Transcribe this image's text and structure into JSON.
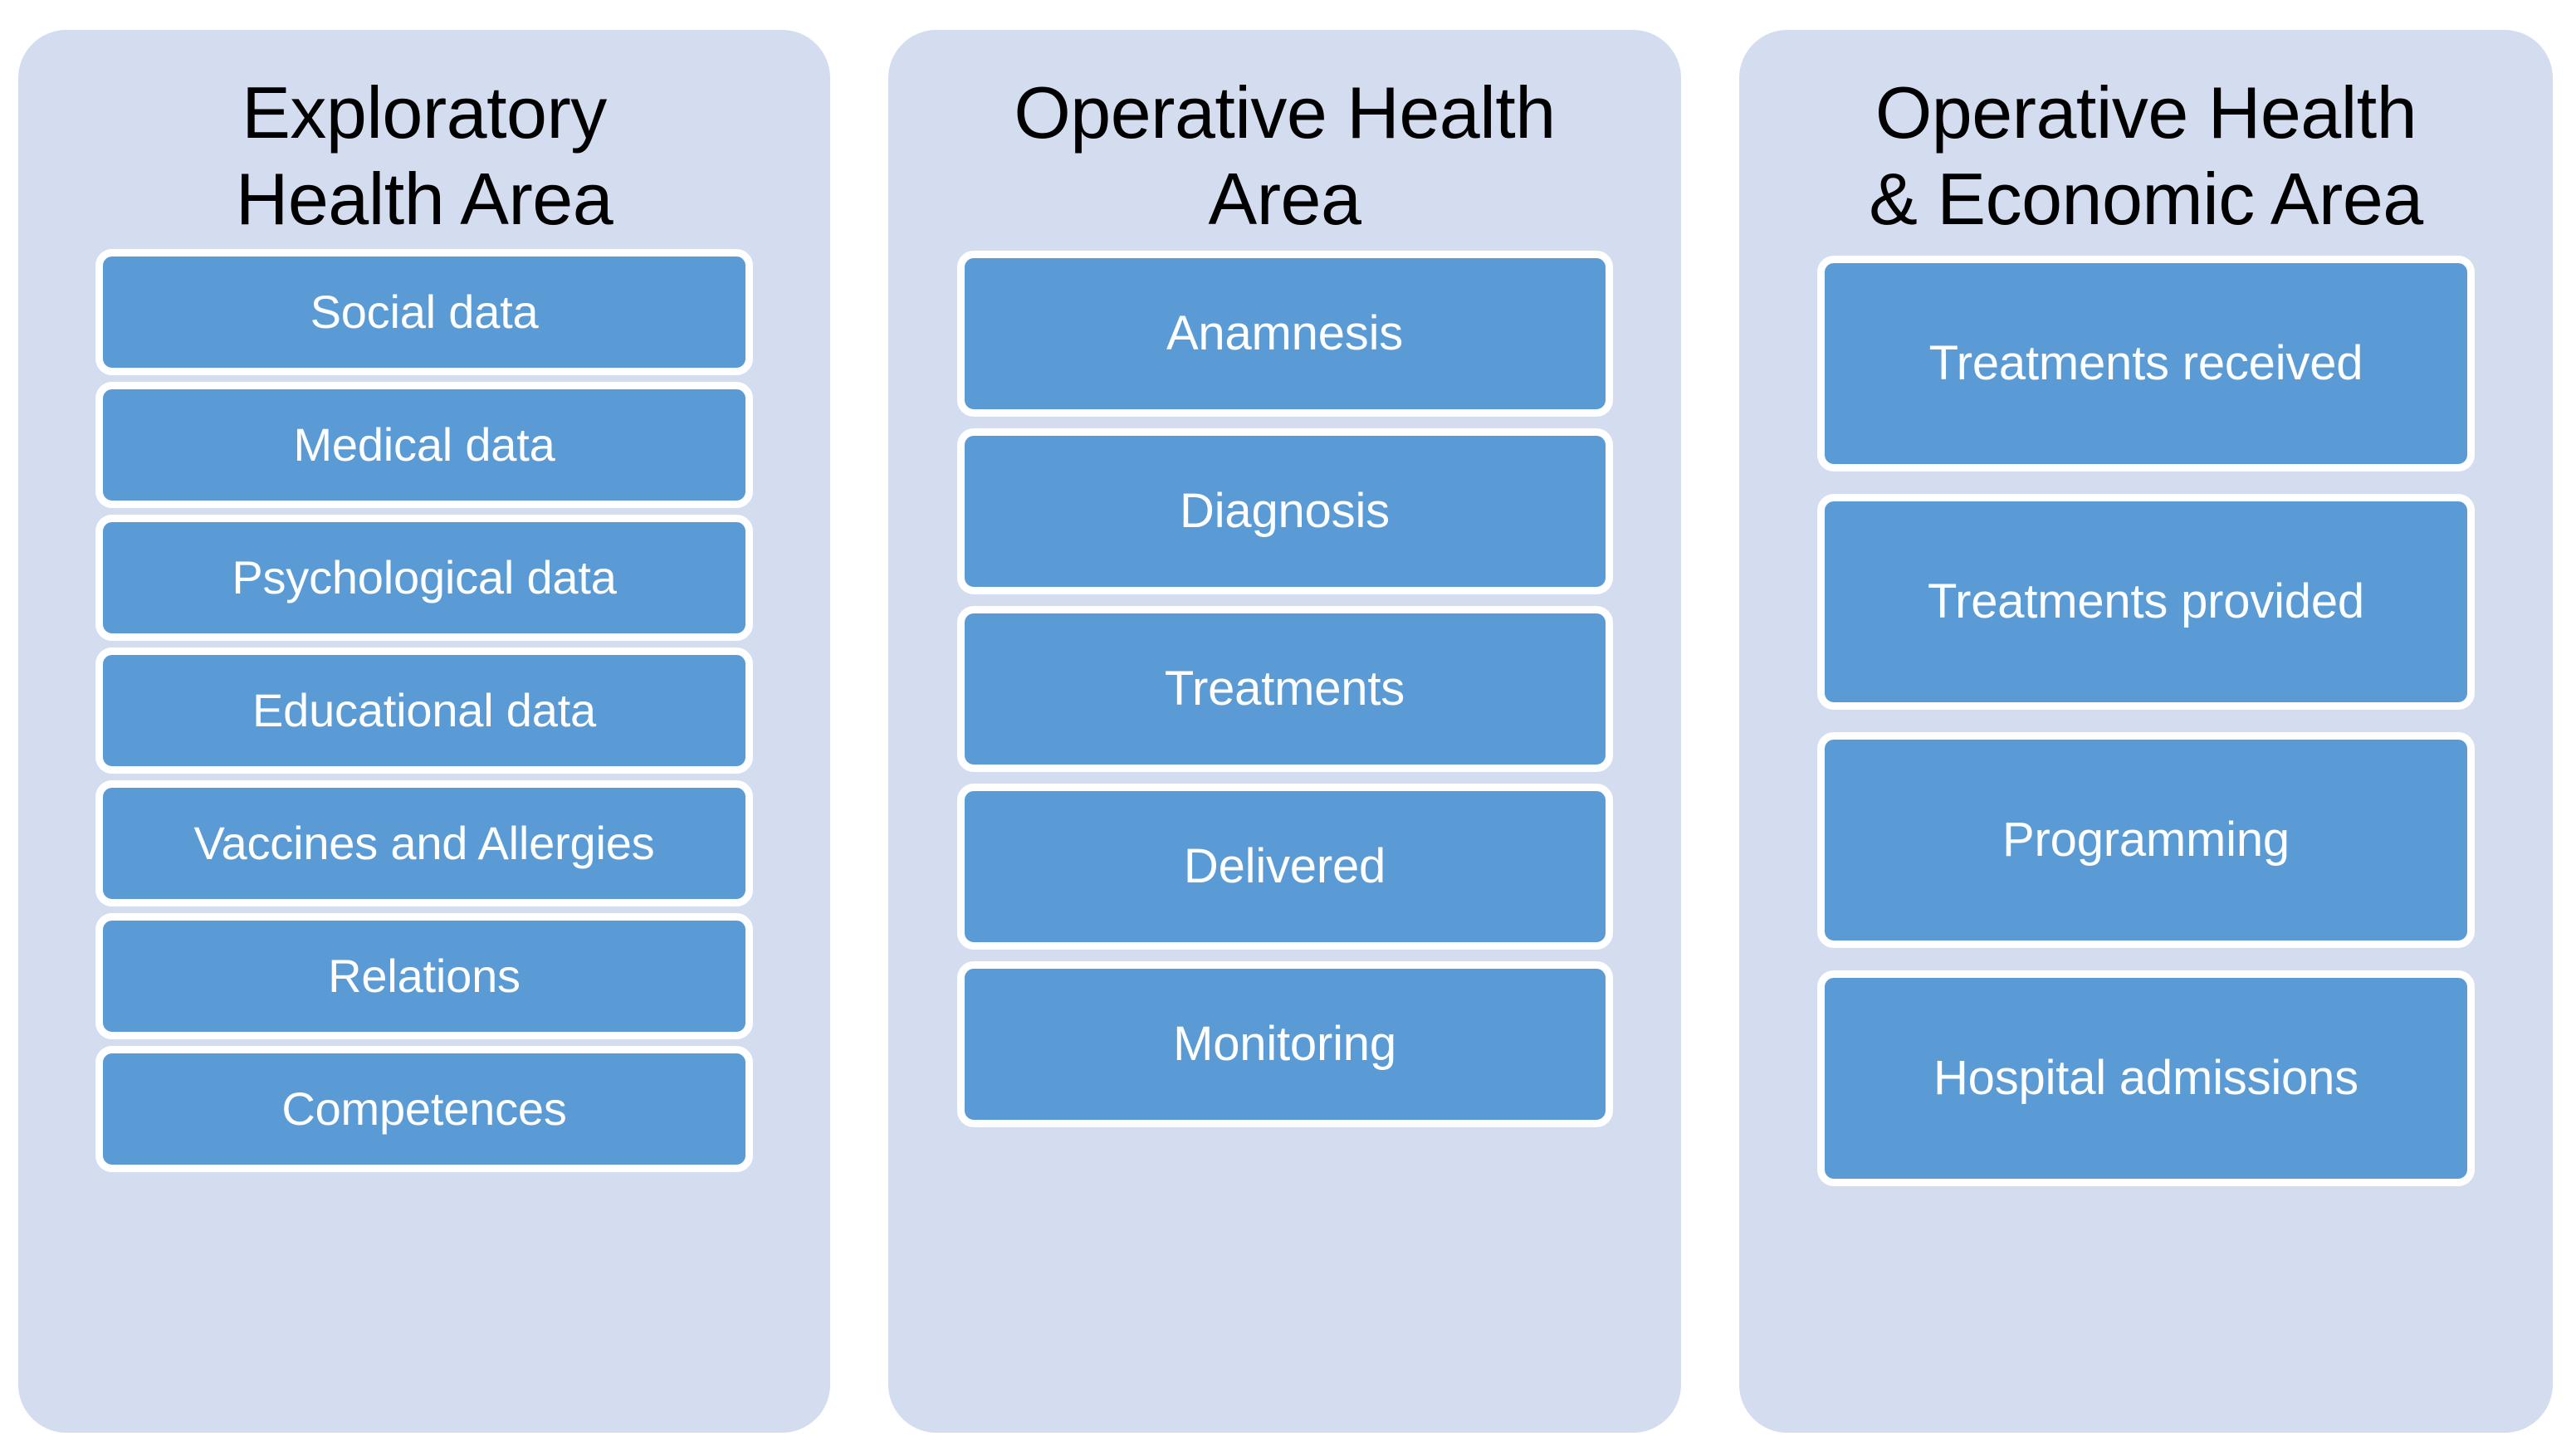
{
  "diagram": {
    "background_color": "#ffffff",
    "panel_color": "#d3ddef",
    "item_color": "#5b9bd5",
    "item_border_color": "#ffffff",
    "item_text_color": "#ffffff",
    "title_text_color": "#000000",
    "columns": [
      {
        "title": "Exploratory\nHealth Area",
        "items": [
          "Social data",
          "Medical data",
          "Psychological data",
          "Educational data",
          "Vaccines and Allergies",
          "Relations",
          "Competences"
        ]
      },
      {
        "title": "Operative Health\nArea",
        "items": [
          "Anamnesis",
          "Diagnosis",
          "Treatments",
          "Delivered",
          "Monitoring"
        ]
      },
      {
        "title": "Operative Health\n& Economic Area",
        "items": [
          "Treatments received",
          "Treatments provided",
          "Programming",
          "Hospital admissions"
        ]
      }
    ]
  }
}
